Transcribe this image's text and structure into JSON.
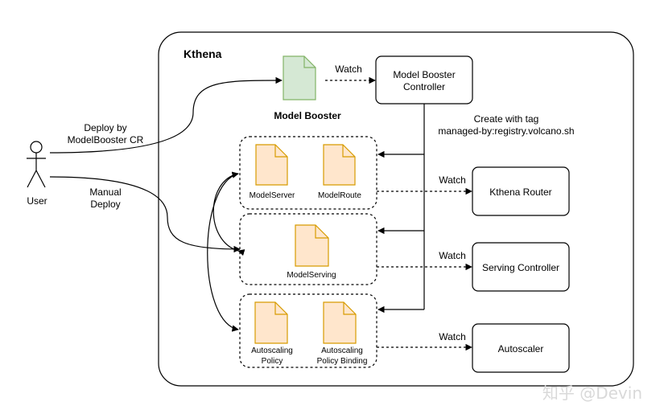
{
  "title": "Kthena",
  "actor": {
    "label": "User"
  },
  "edges": {
    "deploy_line1": "Deploy by",
    "deploy_line2": "ModelBooster CR",
    "manual_line1": "Manual",
    "manual_line2": "Deploy",
    "watch_top": "Watch",
    "create_line1": "Create with tag",
    "create_line2": "managed-by:registry.volcano.sh",
    "watch_router": "Watch",
    "watch_serving": "Watch",
    "watch_autoscaler": "Watch"
  },
  "model_booster": {
    "label": "Model Booster"
  },
  "controller": {
    "line1": "Model Booster",
    "line2": "Controller"
  },
  "groups": {
    "group1": {
      "doc1": "ModelServer",
      "doc2": "ModelRoute"
    },
    "group2": {
      "doc1": "ModelServing"
    },
    "group3": {
      "doc1_line1": "Autoscaling",
      "doc1_line2": "Policy",
      "doc2_line1": "Autoscaling",
      "doc2_line2": "Policy Binding"
    }
  },
  "right_boxes": {
    "router": "Kthena Router",
    "serving": "Serving Controller",
    "autoscaler": "Autoscaler"
  },
  "watermark": "知乎 @Devin",
  "colors": {
    "booster_fill": "#d5e8d4",
    "booster_stroke": "#82b366",
    "doc_fill": "#ffe6cc",
    "doc_stroke": "#d79b00"
  }
}
